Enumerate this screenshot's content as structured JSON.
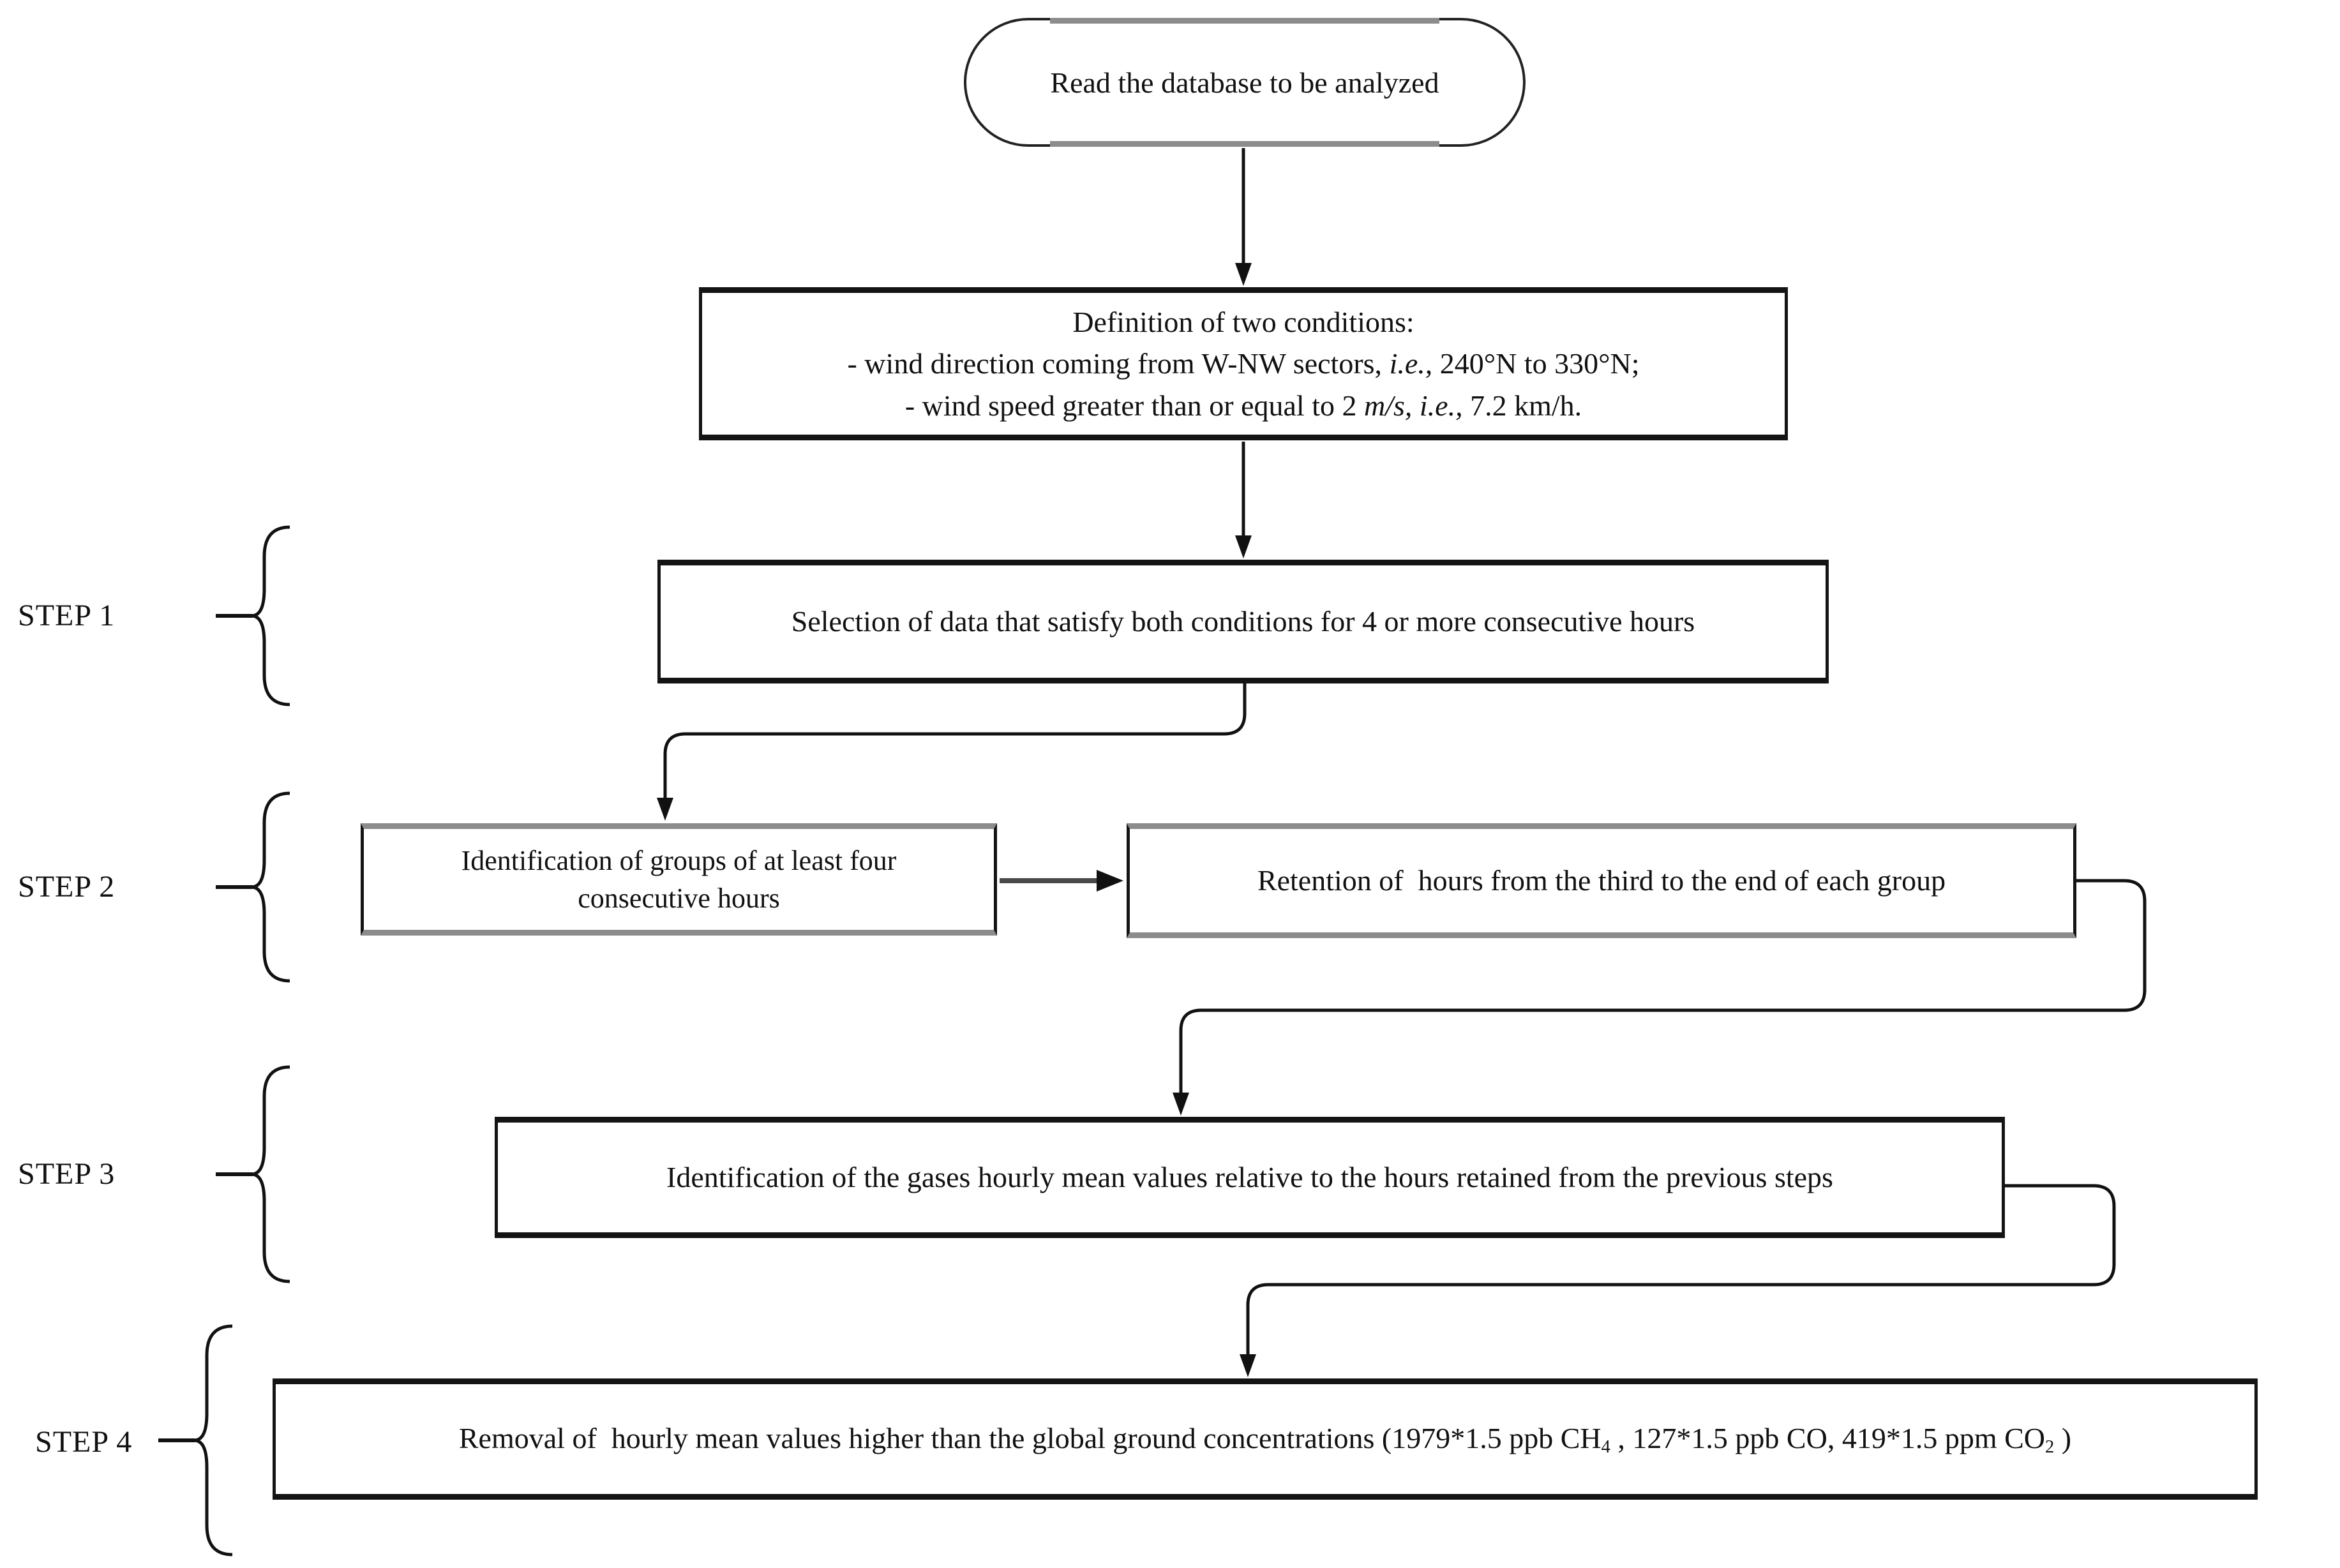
{
  "colors": {
    "ink": "#111111",
    "scan_gray": "#8c8c8c",
    "background": "#ffffff"
  },
  "flowchart": {
    "start": {
      "text": "Read the database to be analyzed"
    },
    "definition": {
      "line1": "Definition of two conditions:",
      "line2": {
        "pre": "- wind direction coming from W-NW sectors, ",
        "italic": "i.e.,",
        "post": " 240°N to 330°N;"
      },
      "line3": {
        "pre": "- wind speed greater than or equal to 2 ",
        "italic": "m/s, i.e.,",
        "post": " 7.2 km/h."
      }
    },
    "step1": {
      "label": "STEP 1",
      "box": "Selection of data that satisfy both conditions for 4 or more consecutive hours"
    },
    "step2": {
      "label": "STEP 2",
      "left_box_line1": "Identification of groups of at least four",
      "left_box_line2": "consecutive hours",
      "right_box": "Retention of  hours from the third to the end of each group"
    },
    "step3": {
      "label": "STEP 3",
      "box": "Identification of the gases hourly mean values relative to the hours retained from the previous steps"
    },
    "step4": {
      "label": "STEP 4",
      "box_pre": "Removal of  hourly mean values higher than the global ground concentrations (1979*1.5 ppb CH",
      "sub1": "4",
      "box_mid": " , 127*1.5 ppb CO, 419*1.5 ppm CO",
      "sub2": "2",
      "box_post": " )"
    }
  }
}
